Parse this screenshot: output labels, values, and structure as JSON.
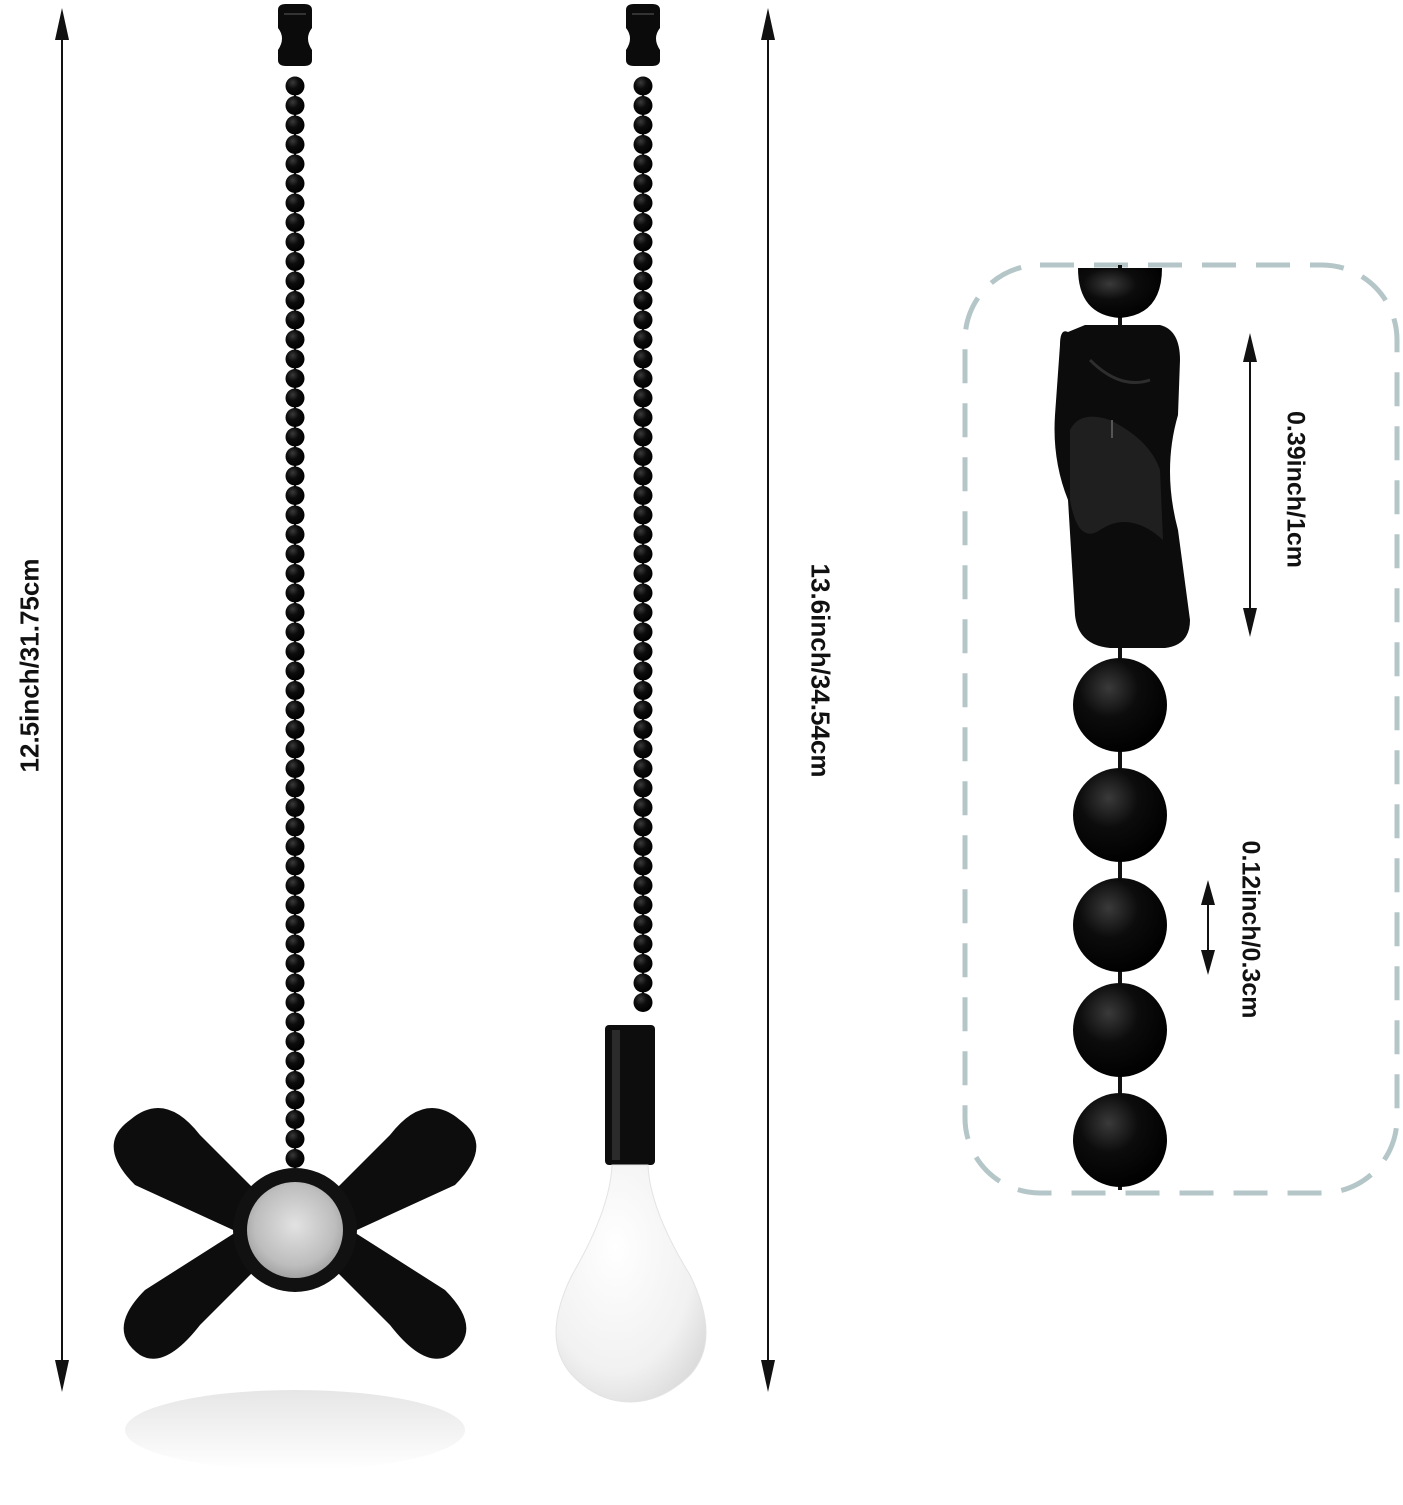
{
  "product": {
    "fan_pull": {
      "length_label": "12.5inch/31.75cm",
      "icon": "fan-icon"
    },
    "bulb_pull": {
      "length_label": "13.6inch/34.54cm",
      "icon": "light-bulb-icon"
    },
    "detail": {
      "connector_label": "0.39inch/1cm",
      "bead_label": "0.12inch/0.3cm"
    }
  },
  "colors": {
    "chain": "#0a0a0a",
    "fan": "#0d0d0d",
    "fan_hub": "#c8c8c8",
    "bulb": "#f2f2f2",
    "dashed_frame": "#b5c6c8"
  }
}
